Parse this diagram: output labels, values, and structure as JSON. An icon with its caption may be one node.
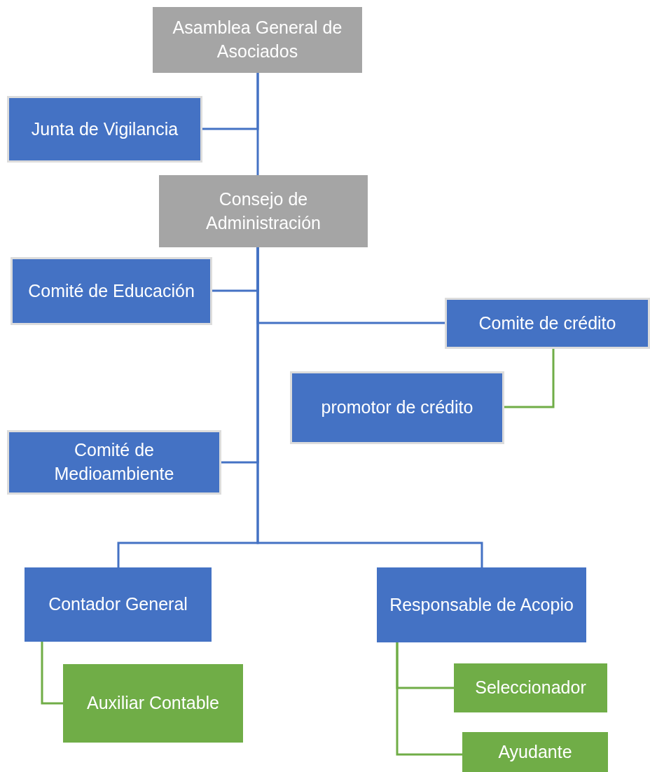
{
  "diagram": {
    "nodes": [
      {
        "text": [
          "Asamblea General de Asociados"
        ]
      },
      {
        "text": [
          "Junta de Vigilancia"
        ]
      },
      {
        "text": [
          "Consejo de Administración"
        ]
      },
      {
        "text": [
          "Comité de Educación"
        ]
      },
      {
        "text": [
          "Comite de crédito"
        ]
      },
      {
        "text": [
          "promotor de crédito"
        ]
      },
      {
        "text": [
          "Comité de Medioambiente"
        ]
      },
      {
        "text": [
          "Contador General"
        ]
      },
      {
        "text": [
          "Responsable de Acopio"
        ]
      },
      {
        "text": [
          "Auxiliar Contable"
        ]
      },
      {
        "text": [
          "Seleccionador"
        ]
      },
      {
        "text": [
          "Ayudante"
        ]
      }
    ],
    "edges": [
      {
        "from": 0,
        "to": 1,
        "arrow": "none"
      },
      {
        "from": 0,
        "to": 2,
        "arrow": "none"
      },
      {
        "from": 2,
        "to": 3,
        "arrow": "none"
      },
      {
        "from": 2,
        "to": 4,
        "arrow": "none"
      },
      {
        "from": 2,
        "to": 6,
        "arrow": "none"
      },
      {
        "from": 2,
        "to": 7,
        "arrow": "none"
      },
      {
        "from": 2,
        "to": 8,
        "arrow": "none"
      },
      {
        "from": 4,
        "to": 5,
        "arrow": "none",
        "color": "#70ad47"
      },
      {
        "from": 7,
        "to": 9,
        "arrow": "none",
        "color": "#70ad47"
      },
      {
        "from": 8,
        "to": 10,
        "arrow": "none",
        "color": "#70ad47"
      },
      {
        "from": 8,
        "to": 11,
        "arrow": "none",
        "color": "#70ad47"
      }
    ]
  }
}
